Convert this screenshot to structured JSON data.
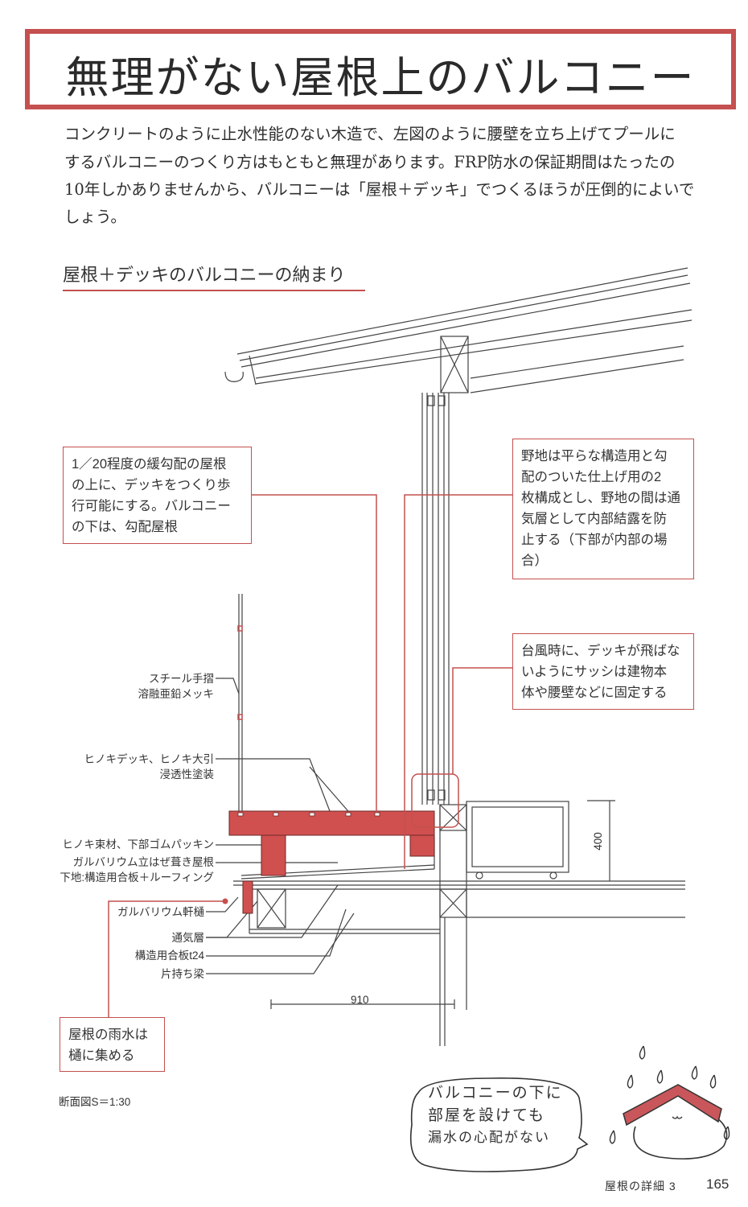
{
  "title": "無理がない屋根上のバルコニー",
  "paragraph": [
    "コンクリートのように止水性能のない木造で、左図のように腰壁を立ち上げてプールに",
    "するバルコニーのつくり方はもともと無理があります。FRP防水の保証期間はたったの",
    "10年しかありませんから、バルコニーは「屋根＋デッキ」でつくるほうが圧倒的によいで",
    "しょう。"
  ],
  "subheading": "屋根＋デッキのバルコニーの納まり",
  "callouts": [
    {
      "lines": [
        "1／20程度の緩勾配の屋根",
        "の上に、デッキをつくり歩",
        "行可能にする。バルコニー",
        "の下は、勾配屋根"
      ]
    },
    {
      "lines": [
        "野地は平らな構造用と勾",
        "配のついた仕上げ用の2",
        "枚構成とし、野地の間は通",
        "気層として内部結露を防",
        "止する（下部が内部の場",
        "合）"
      ]
    },
    {
      "lines": [
        "台風時に、デッキが飛ばな",
        "いようにサッシは建物本",
        "体や腰壁などに固定する"
      ]
    },
    {
      "lines": [
        "屋根の雨水は",
        "樋に集める"
      ]
    }
  ],
  "labels": {
    "railing": [
      "スチール手摺",
      "溶融亜鉛メッキ"
    ],
    "deck": [
      "ヒノキデッキ、ヒノキ大引",
      "浸透性塗装"
    ],
    "post": "ヒノキ束材、下部ゴムパッキン",
    "roof": [
      "ガルバリウム立はぜ葺き屋根",
      "下地:構造用合板＋ルーフィング"
    ],
    "gutter": "ガルバリウム軒樋",
    "vent": "通気層",
    "plywood": "構造用合板t24",
    "beam": "片持ち梁"
  },
  "dimensions": {
    "horizontal": "910",
    "vertical": "400"
  },
  "scale_note": "断面図S＝1:30",
  "speech_bubble": [
    "バルコニーの下に",
    "部屋を設けても",
    "漏水の心配がない"
  ],
  "footer": {
    "section": "屋根の詳細 3",
    "page_number": "165"
  },
  "colors": {
    "accent": "#c4504f",
    "deck": "#d0504f"
  }
}
